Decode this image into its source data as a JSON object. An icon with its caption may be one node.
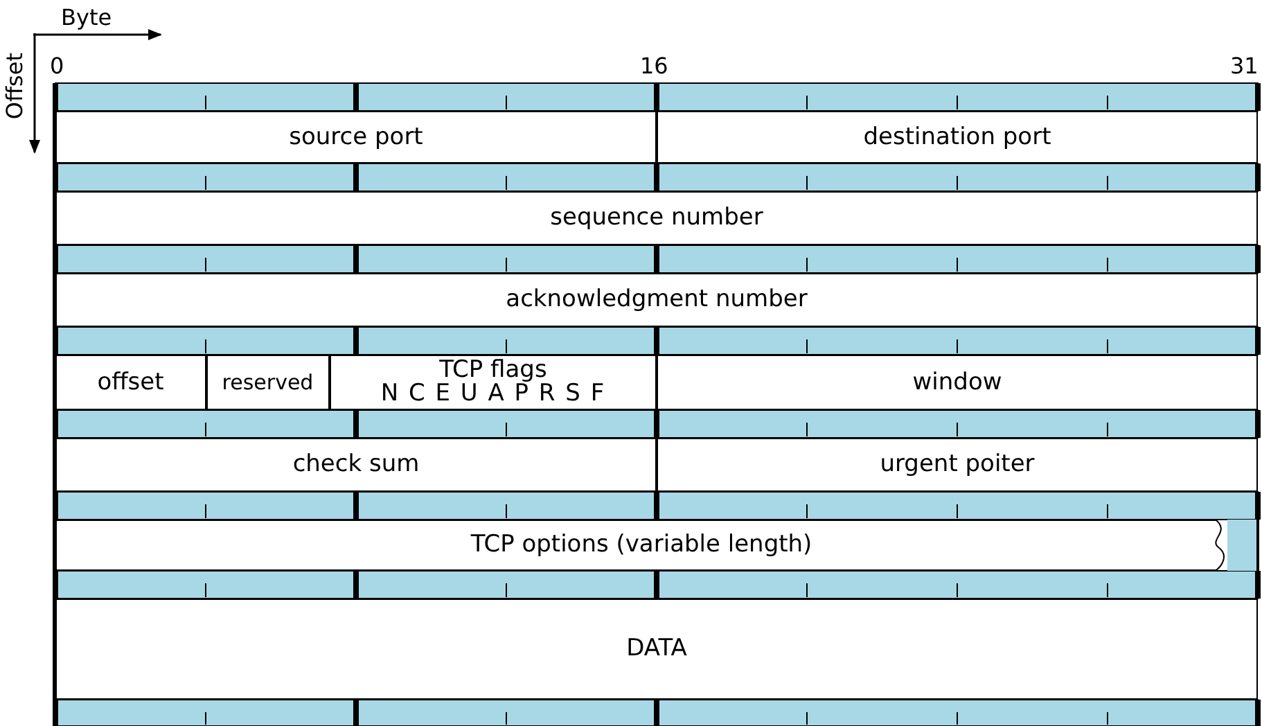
{
  "diagram": {
    "nodes": [
      {
        "text": [
          "source port"
        ]
      },
      {
        "text": [
          "destination port"
        ]
      },
      {
        "text": [
          "sequence number"
        ]
      },
      {
        "text": [
          "acknowledgment number"
        ]
      },
      {
        "text": [
          "offset"
        ]
      },
      {
        "text": [
          "reserved"
        ]
      },
      {
        "text": [
          "TCP flags",
          "N C E U A P R S F"
        ]
      },
      {
        "text": [
          "window"
        ]
      },
      {
        "text": [
          "check sum"
        ]
      },
      {
        "text": [
          "urgent poiter"
        ]
      },
      {
        "text": [
          "TCP options (variable length)"
        ]
      },
      {
        "text": [
          "DATA"
        ]
      }
    ],
    "edges": [],
    "labels": [
      "Byte",
      "Offset",
      "0",
      "16",
      "31"
    ]
  }
}
